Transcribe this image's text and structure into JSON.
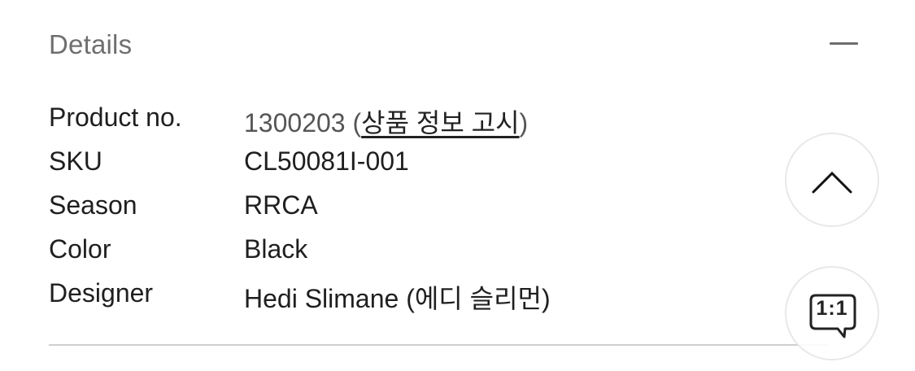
{
  "section": {
    "title": "Details",
    "collapse_icon": "minus-icon"
  },
  "details": {
    "rows": [
      {
        "label": "Product no.",
        "value": "1300203",
        "link_prefix": "(",
        "link_text": "상품 정보 고시",
        "link_suffix": ")"
      },
      {
        "label": "SKU",
        "value": "CL50081I-001"
      },
      {
        "label": "Season",
        "value": "RRCA"
      },
      {
        "label": "Color",
        "value": "Black"
      },
      {
        "label": "Designer",
        "value": "Hedi Slimane (에디 슬리먼)"
      }
    ]
  },
  "floating_buttons": {
    "scroll_top_icon": "chevron-up-icon",
    "chat_icon": "chat-bubble-icon",
    "chat_label": "1:1"
  },
  "colors": {
    "title": "#6f6f6f",
    "text": "#1f1f1f",
    "muted_value": "#555555",
    "divider": "#cfcfcf",
    "circle_border": "#e8e8e8"
  }
}
